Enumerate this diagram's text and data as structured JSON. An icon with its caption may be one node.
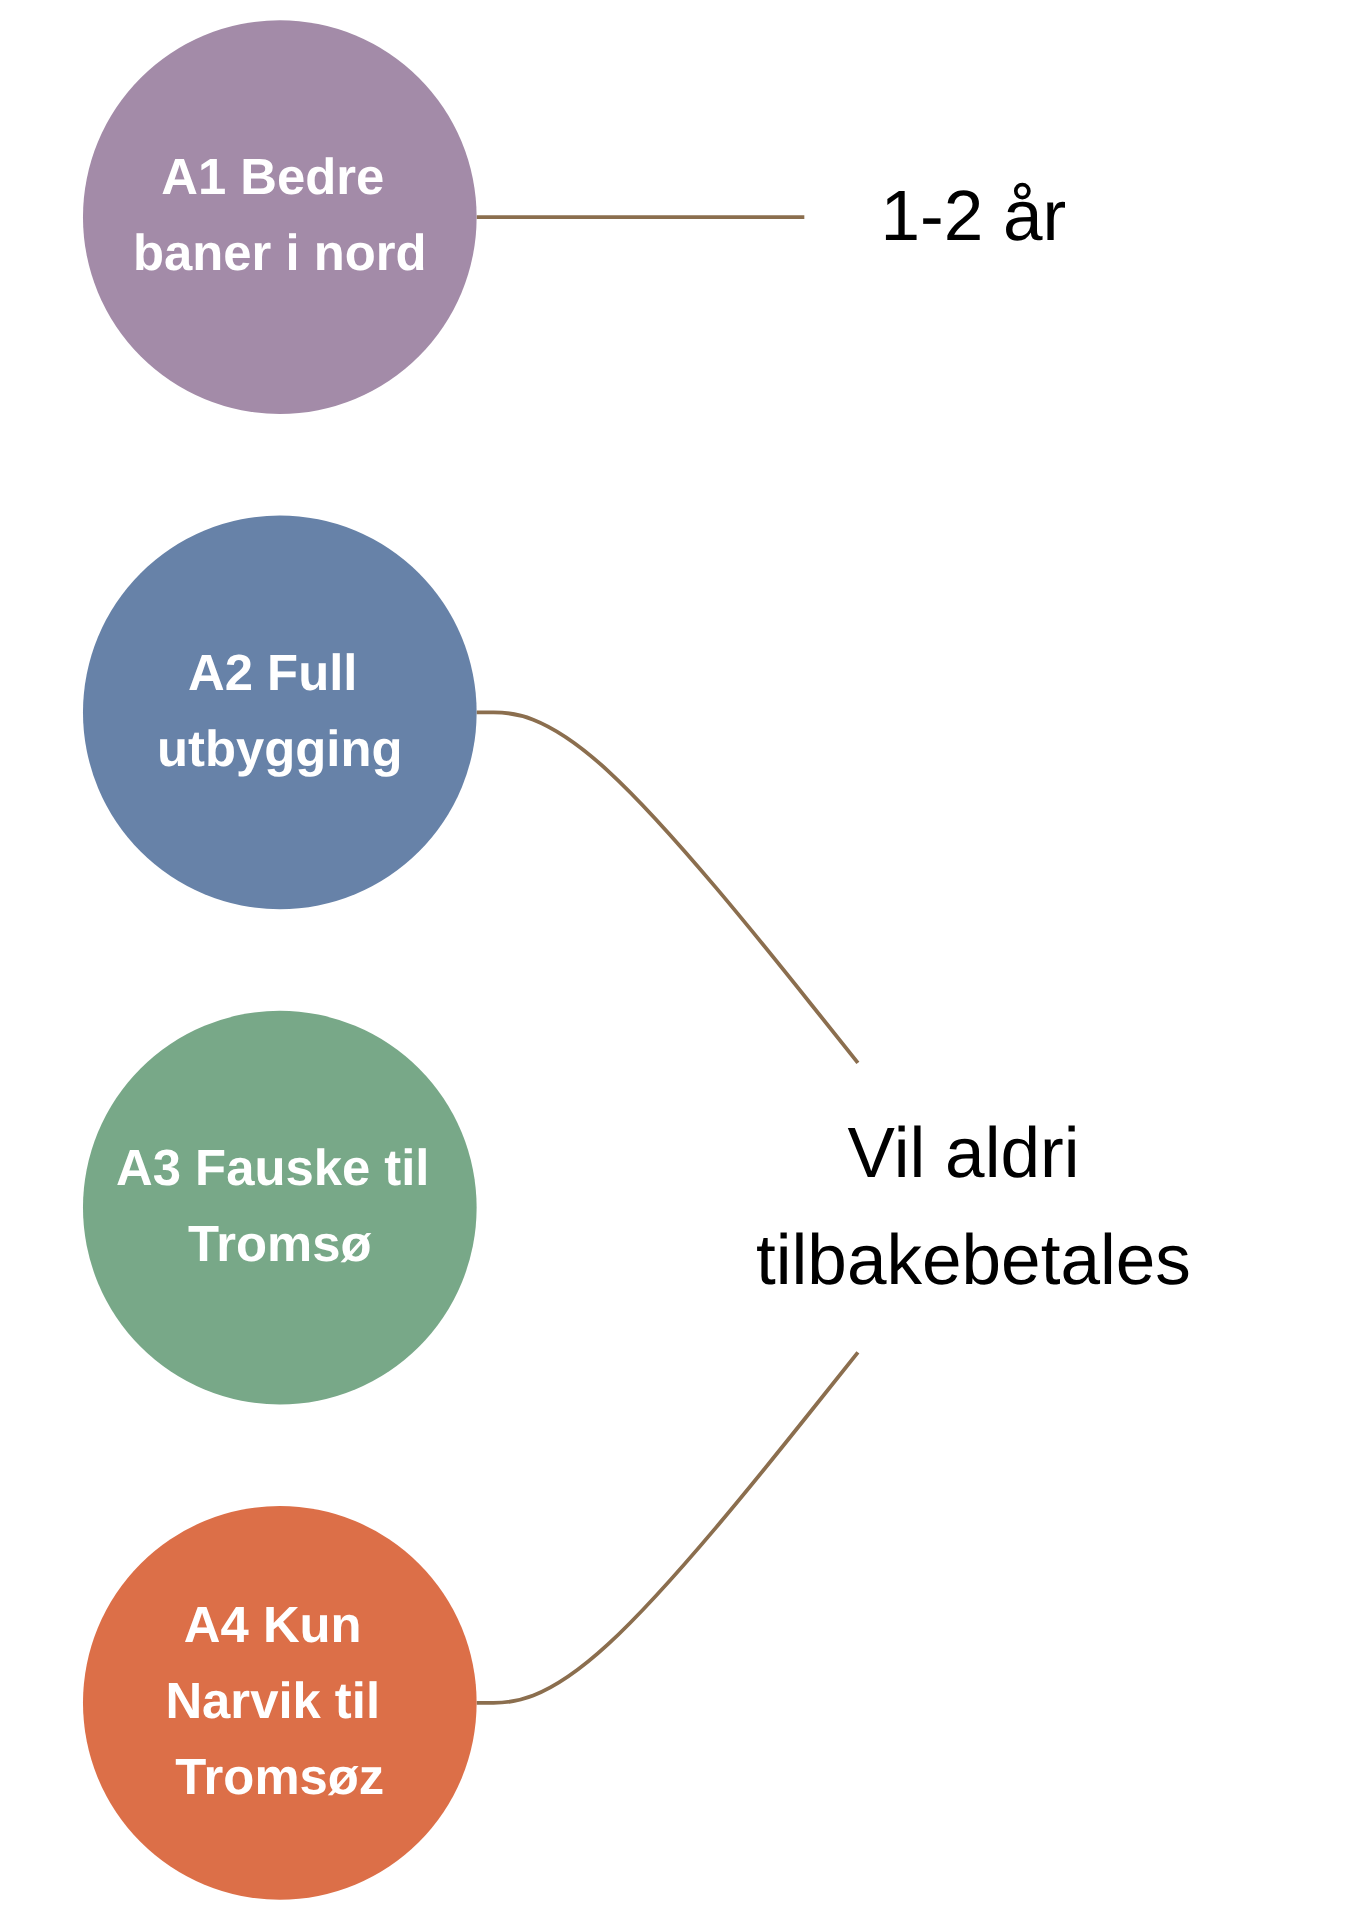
{
  "diagram": {
    "nodes": [
      {
        "text": [
          "A1 Bedre baner i nord"
        ]
      },
      {
        "text": [
          "A2 Full utbygging"
        ]
      },
      {
        "text": [
          "A3 Fauske til Tromsø"
        ]
      },
      {
        "text": [
          "A4 Kun Narvik til Tromsøz"
        ]
      },
      {
        "text": [
          "1-2 år"
        ]
      },
      {
        "text": [
          "Vil aldri tilbakebetales"
        ]
      }
    ],
    "edges": [
      {
        "from": 0,
        "to": 4,
        "arrow": "none"
      },
      {
        "from": 1,
        "to": 5,
        "arrow": "none"
      },
      {
        "from": 3,
        "to": 5,
        "arrow": "none"
      }
    ]
  }
}
